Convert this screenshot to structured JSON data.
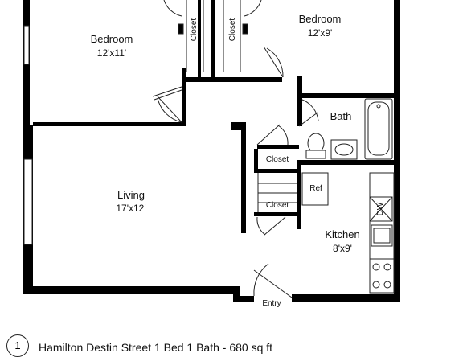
{
  "rooms": {
    "bedroom_left": {
      "name": "Bedroom",
      "size": "12'x11'"
    },
    "bedroom_right": {
      "name": "Bedroom",
      "size": "12'x9'"
    },
    "bath": {
      "name": "Bath"
    },
    "living": {
      "name": "Living",
      "size": "17'x12'"
    },
    "kitchen": {
      "name": "Kitchen",
      "size": "8'x9'"
    }
  },
  "labels": {
    "closet_left": "Closet",
    "closet_right": "Closet",
    "closet_hall": "Closet",
    "closet_lower": "Closet",
    "ref": "Ref",
    "dw": "DW",
    "entry": "Entry"
  },
  "caption": {
    "number": "1",
    "text": "Hamilton Destin Street 1 Bed 1 Bath - 680 sq ft"
  },
  "colors": {
    "wall": "#000000",
    "fixture": "#222222",
    "background": "#ffffff"
  }
}
